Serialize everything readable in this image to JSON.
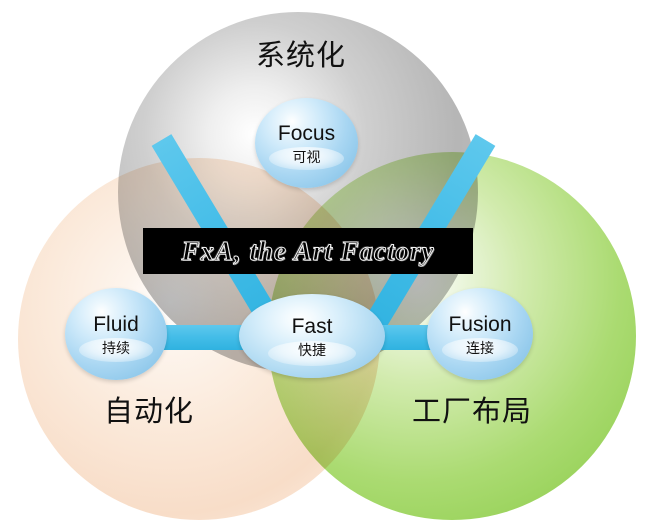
{
  "title_banner": {
    "text": "FxA, the Art Factory",
    "background_color": "#000000",
    "text_outline_color": "#f2f2f2"
  },
  "zones": [
    {
      "id": "systematization",
      "label": "系统化",
      "position": "top",
      "color": "#b6b6b6"
    },
    {
      "id": "automation",
      "label": "自动化",
      "position": "bottom-left",
      "color": "#f8ddc8"
    },
    {
      "id": "factory-layout",
      "label": "工厂布局",
      "position": "bottom-right",
      "color": "#96d157"
    }
  ],
  "nodes": [
    {
      "id": "focus",
      "en": "Focus",
      "cn": "可视",
      "position": "top"
    },
    {
      "id": "fluid",
      "en": "Fluid",
      "cn": "持续",
      "position": "bottom-left"
    },
    {
      "id": "fast",
      "en": "Fast",
      "cn": "快捷",
      "position": "center"
    },
    {
      "id": "fusion",
      "en": "Fusion",
      "cn": "连接",
      "position": "bottom-right"
    }
  ],
  "connectors": {
    "color": "#44bde8",
    "edges": [
      {
        "from": "focus",
        "to": "fluid"
      },
      {
        "from": "focus",
        "to": "fusion"
      },
      {
        "from": "fluid",
        "to": "fusion"
      }
    ]
  },
  "palette": {
    "bubble_blue": "#a8d6f2",
    "connector_blue": "#44bde8",
    "gray_zone": "#b6b6b6",
    "peach_zone": "#f8ddc8",
    "green_zone": "#96d157",
    "background": "#ffffff"
  }
}
